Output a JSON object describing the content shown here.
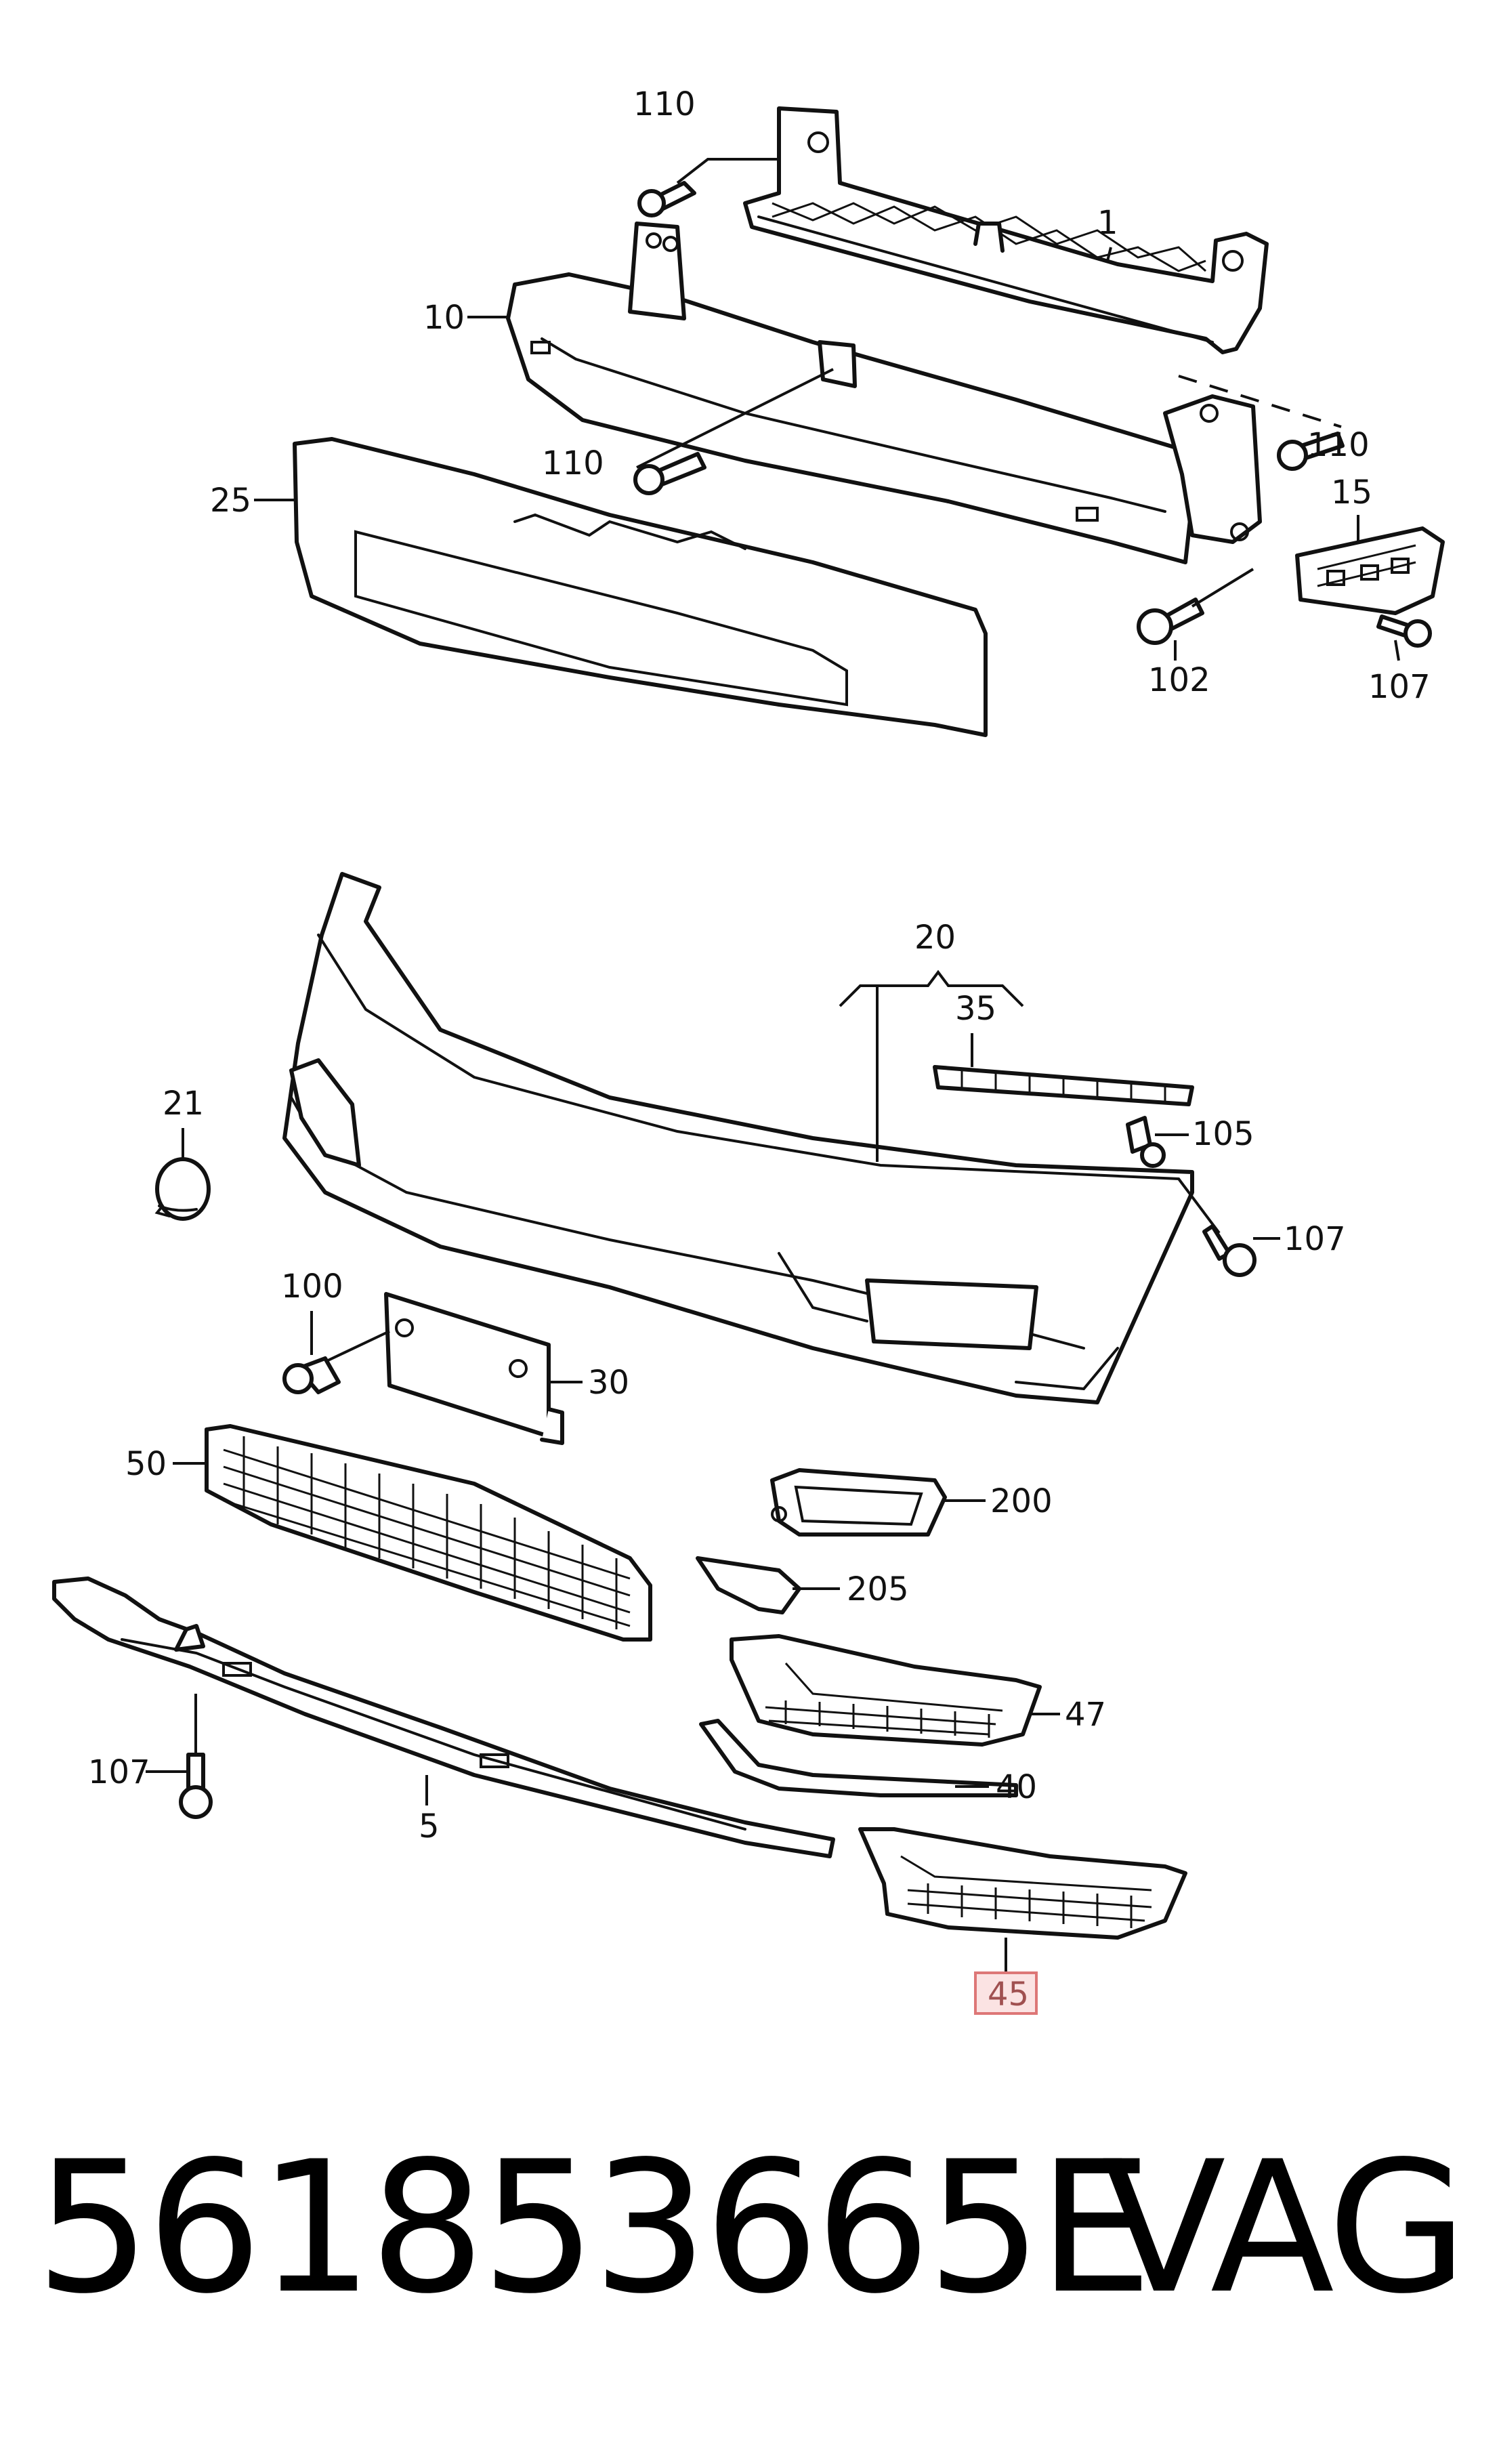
{
  "callouts": {
    "c110a": "110",
    "c1": "1",
    "c10": "10",
    "c110b": "110",
    "c110c": "110",
    "c25": "25",
    "c15": "15",
    "c102": "102",
    "c107a": "107",
    "c20": "20",
    "c35": "35",
    "c21": "21",
    "c105": "105",
    "c107b": "107",
    "c100": "100",
    "c30": "30",
    "c50": "50",
    "c200": "200",
    "c205": "205",
    "c47": "47",
    "c107c": "107",
    "c40": "40",
    "c5": "5",
    "c45": "45"
  },
  "highlighted_callout": "45",
  "footer": {
    "part_number": "561853665E",
    "brand": "VAG"
  }
}
